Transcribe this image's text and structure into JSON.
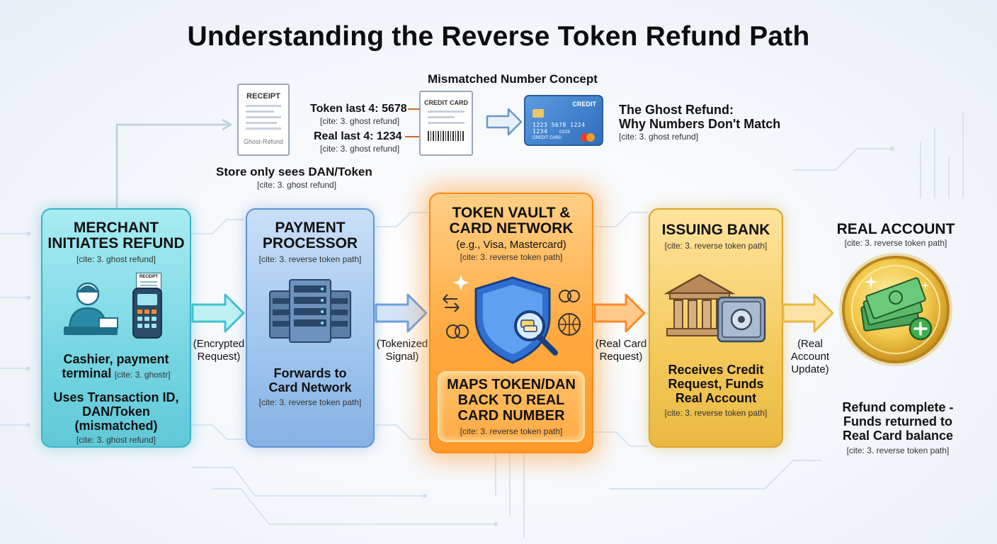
{
  "title": "Understanding the Reverse Token Refund Path",
  "concept": {
    "heading": "Mismatched Number Concept",
    "receipt_label": "RECEIPT",
    "receipt_footer": "Ghost-Refund",
    "token_line": "Token last 4: 5678",
    "token_cite": "[cite: 3. ghost refund]",
    "real_line": "Real last 4: 1234",
    "real_cite": "[cite: 3. ghost refund]",
    "receipt_card_label": "CREDIT CARD",
    "card_label": "CREDIT",
    "card_number": "1223 5678 1224 1234",
    "card_small": "02/25",
    "card_footer": "CREDIT CARD",
    "ghost_title_1": "The Ghost Refund:",
    "ghost_title_2": "Why Numbers Don't Match",
    "ghost_cite": "[cite: 3. ghost refund]",
    "store_sees": "Store only sees DAN/Token",
    "store_cite": "[cite: 3. ghost refund]"
  },
  "merchant": {
    "title_1": "MERCHANT",
    "title_2": "INITIATES REFUND",
    "cite": "[cite: 3. ghost refund]",
    "receipt_label": "RECEIPT",
    "desc_1": "Cashier, payment",
    "desc_2": "terminal",
    "desc_cite": "[cite: 3. ghostr]",
    "uses_1": "Uses Transaction ID,",
    "uses_2": "DAN/Token (mismatched)",
    "uses_cite": "[cite: 3. ghost refund]"
  },
  "arrow1": {
    "line1": "(Encrypted",
    "line2": "Request)"
  },
  "processor": {
    "title_1": "PAYMENT",
    "title_2": "PROCESSOR",
    "cite": "[cite: 3. reverse token path]",
    "desc_1": "Forwards to",
    "desc_2": "Card Network",
    "desc_cite": "[cite: 3. reverse token path]"
  },
  "arrow2": {
    "line1": "(Tokenized",
    "line2": "Signal)"
  },
  "vault": {
    "title_1": "TOKEN VAULT &",
    "title_2": "CARD NETWORK",
    "sub": "(e.g., Visa, Mastercard)",
    "cite": "[cite: 3. reverse token path]",
    "map_1": "MAPS TOKEN/DAN",
    "map_2": "BACK TO REAL",
    "map_3": "CARD NUMBER",
    "map_cite": "[cite: 3. reverse token path]"
  },
  "arrow3": {
    "line1": "(Real Card",
    "line2": "Request)"
  },
  "bank": {
    "title": "ISSUING BANK",
    "cite": "[cite: 3. reverse token path]",
    "desc_1": "Receives Credit",
    "desc_2": "Request, Funds",
    "desc_3": "Real Account",
    "desc_cite": "[cite: 3. reverse token path]"
  },
  "arrow4": {
    "line1": "(Real",
    "line2": "Account",
    "line3": "Update)"
  },
  "account": {
    "title": "REAL ACCOUNT",
    "cite": "[cite: 3. reverse token path]",
    "desc_1": "Refund complete -",
    "desc_2": "Funds returned to",
    "desc_3": "Real Card balance",
    "desc_cite": "[cite: 3. reverse token path]"
  },
  "colors": {
    "merchant": "#7ad7e4",
    "processor": "#9ec4ee",
    "vault": "#ffa93f",
    "bank": "#f4c95a",
    "arrow_teal": "#3fc1cf",
    "arrow_blue": "#6b9fe0",
    "arrow_orange": "#ff8a2a",
    "arrow_gold": "#e9b943"
  }
}
